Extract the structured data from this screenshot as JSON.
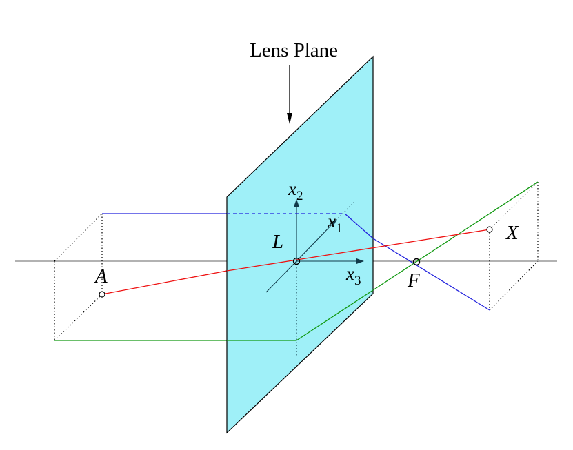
{
  "title_label": "Lens Plane",
  "points": {
    "A": "A",
    "L": "L",
    "F": "F",
    "X": "X"
  },
  "axes": {
    "x1": {
      "base": "x",
      "sub": "1"
    },
    "x2": {
      "base": "x",
      "sub": "2"
    },
    "x3": {
      "base": "x",
      "sub": "3"
    }
  },
  "colors": {
    "plane_fill": "#9ff0f8",
    "ray_red": "#ee1111",
    "ray_blue": "#2222dd",
    "ray_green": "#119911",
    "axis_dark": "#113a4a"
  }
}
